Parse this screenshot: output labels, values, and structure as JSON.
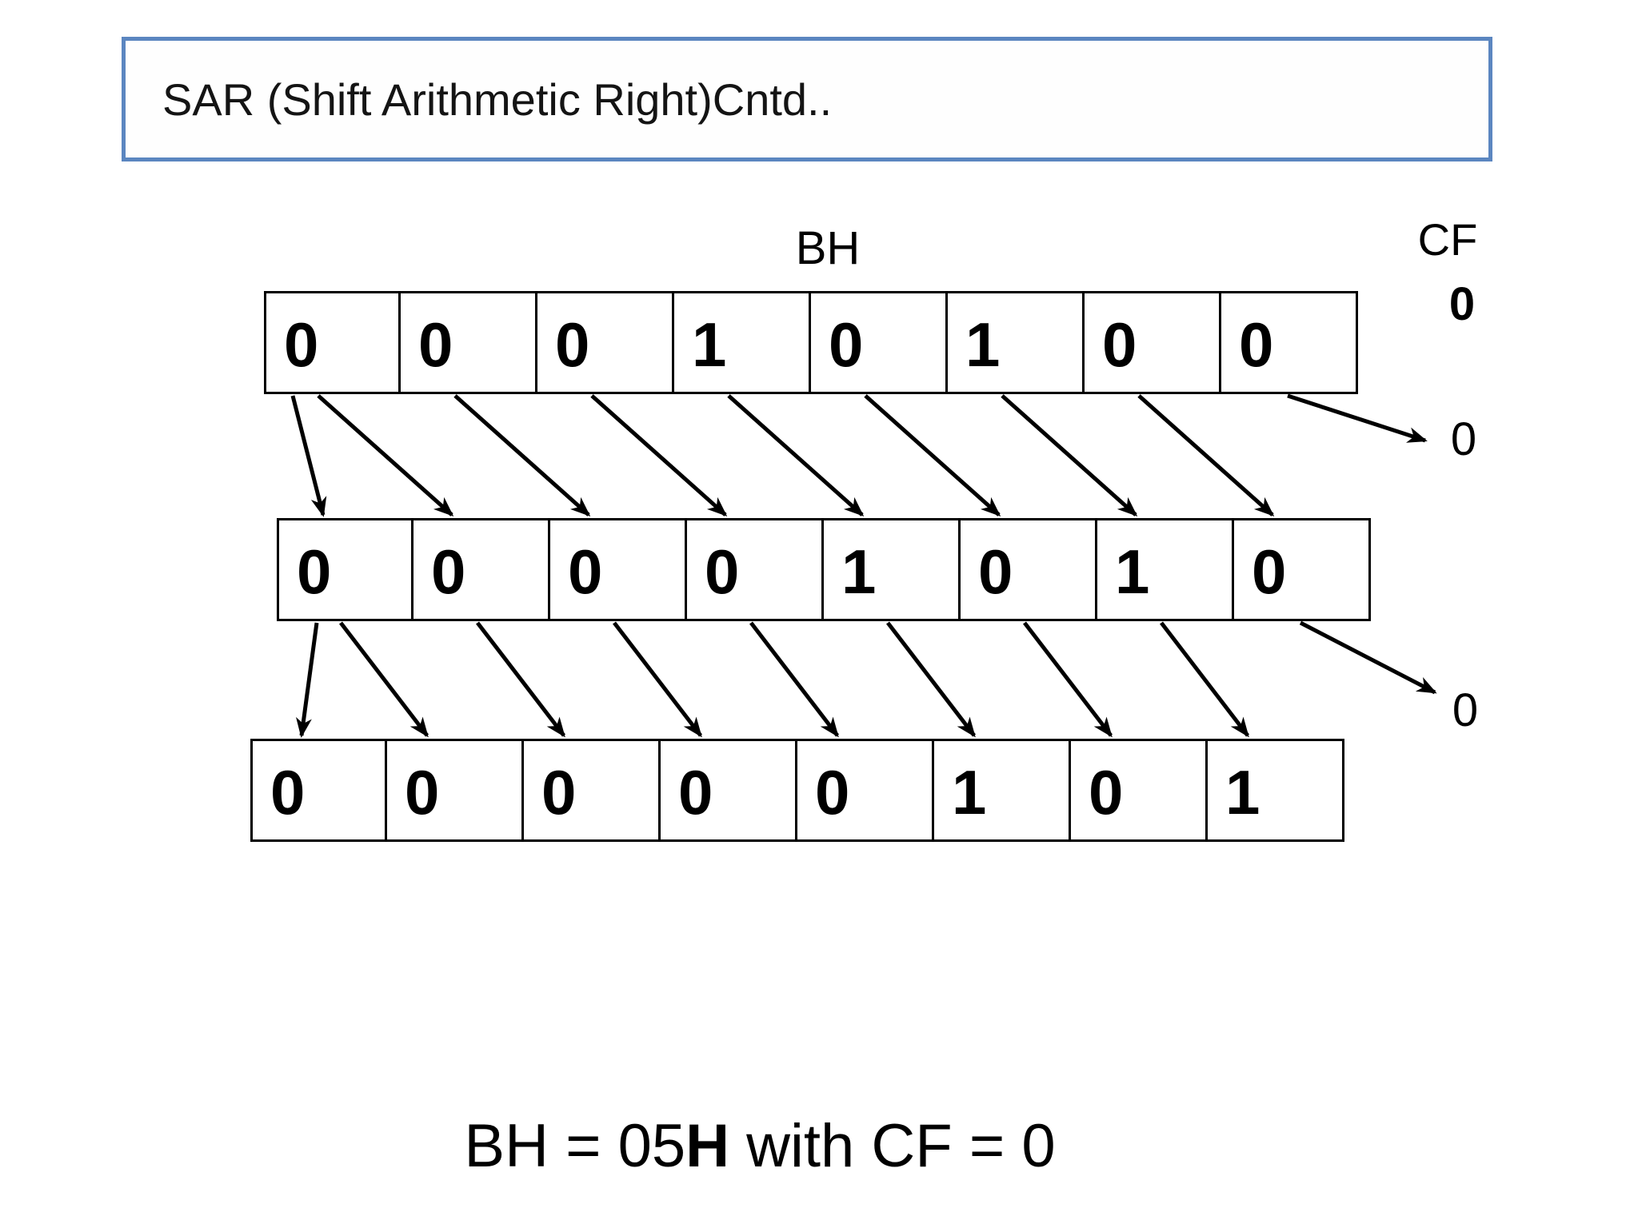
{
  "slide": {
    "title": "SAR (Shift Arithmetic Right)Cntd..",
    "register_label": "BH",
    "carry_flag_label": "CF",
    "carry_flag_initial": "0",
    "result_line": {
      "prefix": "BH = 05",
      "bold_part": "H",
      "suffix": " with CF = 0"
    }
  },
  "shift_steps": {
    "bit_count": 8,
    "rows": [
      {
        "bits": [
          "0",
          "0",
          "0",
          "1",
          "0",
          "1",
          "0",
          "0"
        ],
        "carry_out": "0"
      },
      {
        "bits": [
          "0",
          "0",
          "0",
          "0",
          "1",
          "0",
          "1",
          "0"
        ],
        "carry_out": "0"
      },
      {
        "bits": [
          "0",
          "0",
          "0",
          "0",
          "0",
          "1",
          "0",
          "1"
        ]
      }
    ]
  },
  "colors": {
    "title_border": "#5b86c0",
    "ink": "#000000",
    "background": "#ffffff"
  }
}
